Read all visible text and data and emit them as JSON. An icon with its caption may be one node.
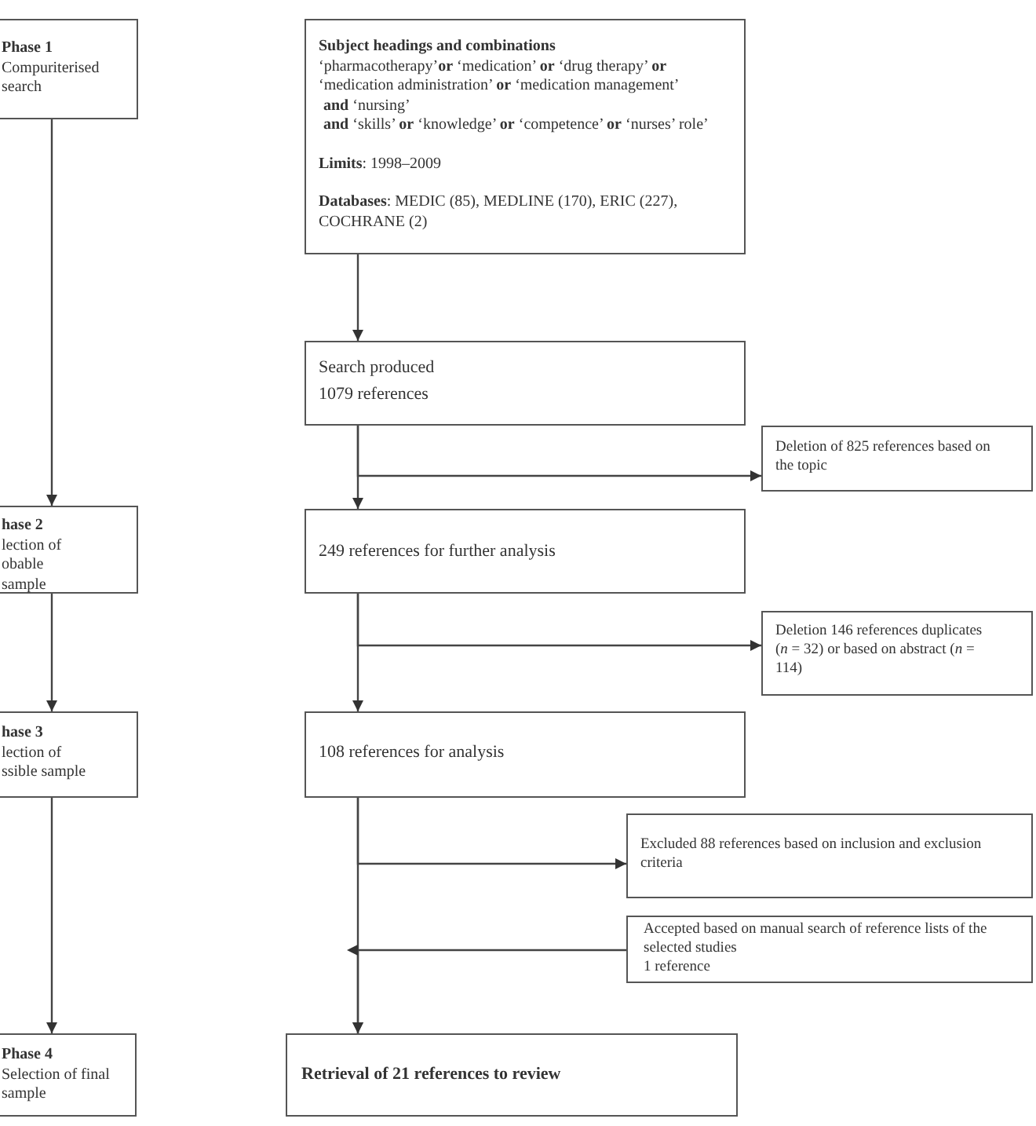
{
  "diagram": {
    "nodes": [
      {
        "text": [
          "Phase 1",
          "Compuriterised search"
        ]
      },
      {
        "text": [
          "Subject headings and combinations",
          "‘pharmacotherapy’**or** ‘medication’ **or** ‘drug therapy’ **or** ‘medication administration’ **or** ‘medication management’",
          "**and** ‘nursing’",
          "**and** ‘skills’ **or** ‘knowledge’ **or** ‘competence’ **or** ‘nurses’ role’",
          "**Limits**: 1998–2009",
          "**Databases**: MEDIC (85), MEDLINE (170), ERIC (227), COCHRANE (2)"
        ]
      },
      {
        "text": [
          "Search produced",
          "1079 references"
        ]
      },
      {
        "text": [
          "Deletion of 825 references based on the topic"
        ]
      },
      {
        "text": [
          "hase 2",
          "lection of obable sample"
        ]
      },
      {
        "text": [
          "249 references for further analysis"
        ]
      },
      {
        "text": [
          "Deletion 146 references duplicates (*n* = 32) or based on abstract (*n* = 114)"
        ]
      },
      {
        "text": [
          "hase 3",
          "lection of ssible sample"
        ]
      },
      {
        "text": [
          "108 references for analysis"
        ]
      },
      {
        "text": [
          "Excluded 88 references based on inclusion and exclusion criteria"
        ]
      },
      {
        "text": [
          "Accepted based on manual search of reference lists of the selected studies",
          "1 reference"
        ]
      },
      {
        "text": [
          "Phase 4",
          "Selection of final sample"
        ]
      },
      {
        "text": [
          "Retrieval of 21 references to review"
        ]
      }
    ],
    "edges": [
      {
        "from": 0,
        "to": 4,
        "arrow": "to"
      },
      {
        "from": 4,
        "to": 7,
        "arrow": "to"
      },
      {
        "from": 7,
        "to": 11,
        "arrow": "to"
      },
      {
        "from": 1,
        "to": 2,
        "arrow": "to"
      },
      {
        "from": 2,
        "to": 5,
        "arrow": "to"
      },
      {
        "from": 2,
        "to": 3,
        "arrow": "to"
      },
      {
        "from": 5,
        "to": 8,
        "arrow": "to"
      },
      {
        "from": 5,
        "to": 6,
        "arrow": "to"
      },
      {
        "from": 8,
        "to": 12,
        "arrow": "to"
      },
      {
        "from": 8,
        "to": 9,
        "arrow": "to"
      },
      {
        "from": 10,
        "to": 12,
        "arrow": "to"
      }
    ]
  }
}
